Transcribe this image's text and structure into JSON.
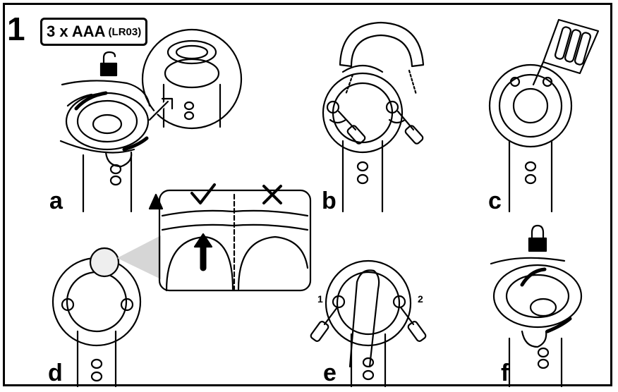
{
  "step_number": "1",
  "battery_note": {
    "main": "3 x AAA",
    "sub": "(LR03)"
  },
  "panels": [
    {
      "id": "a",
      "label": "a"
    },
    {
      "id": "b",
      "label": "b"
    },
    {
      "id": "c",
      "label": "c"
    },
    {
      "id": "d",
      "label": "d"
    },
    {
      "id": "e",
      "label": "e"
    },
    {
      "id": "f",
      "label": "f"
    }
  ],
  "screw_order": [
    "1",
    "2"
  ],
  "icons": {
    "panel_a": [
      "unlock-icon",
      "rotate-arrow-icon",
      "magnify-inset-icon"
    ],
    "panel_b": [
      "screwdriver-icon",
      "battery-cover-icon"
    ],
    "panel_c": [
      "battery-pack-icon"
    ],
    "panel_d": [
      "warning-icon",
      "check-icon",
      "cross-icon",
      "up-arrow-icon"
    ],
    "panel_e": [
      "finger-icon",
      "screwdriver-icon"
    ],
    "panel_f": [
      "lock-icon",
      "rotate-arrow-icon"
    ]
  },
  "colors": {
    "ink": "#000000",
    "paper": "#ffffff",
    "shade": "#bdbdbd"
  }
}
